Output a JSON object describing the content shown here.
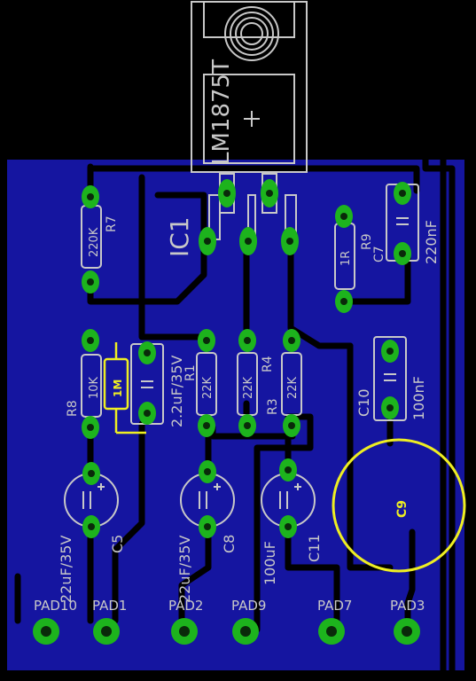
{
  "colors": {
    "background": "#000000",
    "copper": "#1515A0",
    "trace": "#000000",
    "silkscreen": "#C8C8C8",
    "pad": "#1DB31D",
    "drill": "#0A2A0A",
    "highlight": "#EEEE22"
  },
  "board": {
    "ic": {
      "name": "LM1875T",
      "designator": "IC1"
    },
    "resistors": {
      "r7": {
        "value": "220K",
        "designator": "R7"
      },
      "r9": {
        "value": "1R",
        "designator": "R9"
      },
      "r8": {
        "value": "10K",
        "designator": "R8"
      },
      "r1": {
        "value": "1M",
        "designator": "R1"
      },
      "r_mid_a": {
        "value": "22K"
      },
      "r4": {
        "value": "22K",
        "designator": "R4"
      },
      "r3": {
        "value": "22K",
        "designator": "R3"
      }
    },
    "capacitors": {
      "c7": {
        "value": "220nF",
        "designator": "C7"
      },
      "c_mid": {
        "value": "2.2uF/35V"
      },
      "c10": {
        "value": "100nF",
        "designator": "C10"
      },
      "c5": {
        "value": "22uF/35V",
        "designator": "C5"
      },
      "c8": {
        "value": "22uF/35V",
        "designator": "C8"
      },
      "c11": {
        "value": "100uF",
        "designator": "C11"
      },
      "c9": {
        "designator": "C9"
      }
    },
    "pads": {
      "pad10": "PAD10",
      "pad1": "PAD1",
      "pad2": "PAD2",
      "pad9": "PAD9",
      "pad7": "PAD7",
      "pad3": "PAD3"
    }
  }
}
